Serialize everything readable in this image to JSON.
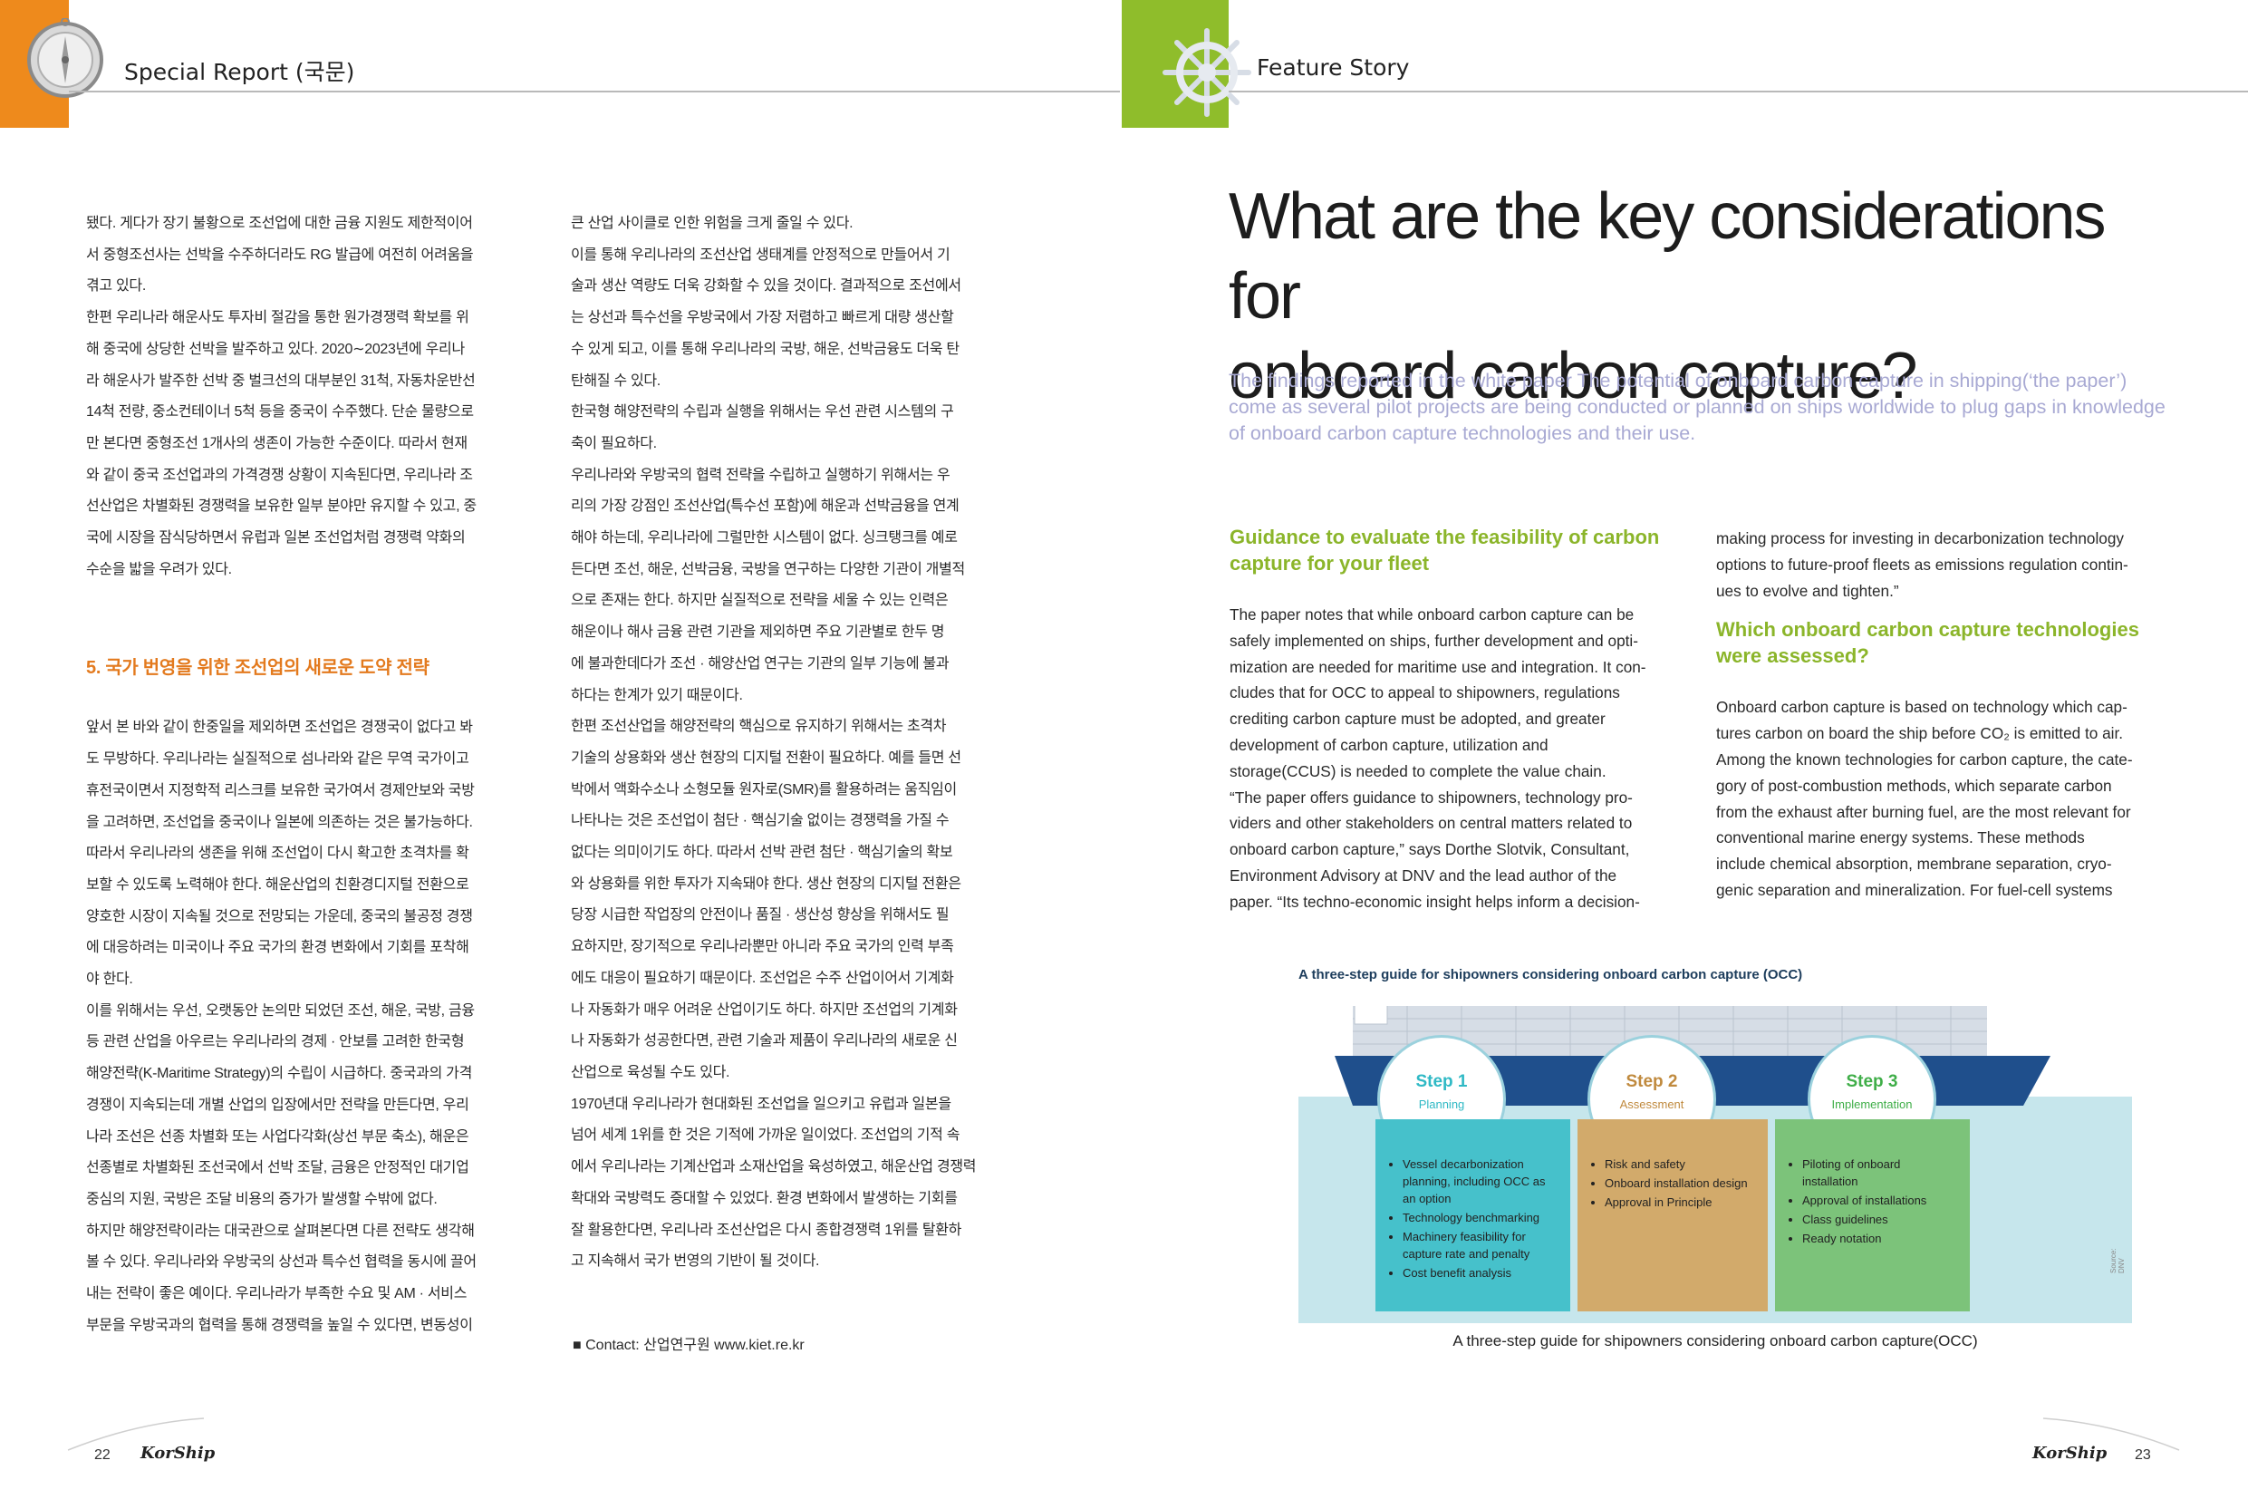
{
  "header": {
    "left_title": "Special Report (국문)",
    "right_title": "Feature Story"
  },
  "left_page": {
    "col1": [
      "됐다. 게다가 장기 불황으로 조선업에 대한 금융 지원도 제한적이어",
      "서 중형조선사는 선박을 수주하더라도 RG 발급에 여전히 어려움을",
      "겪고 있다.",
      "한편 우리나라 해운사도 투자비 절감을 통한 원가경쟁력 확보를 위",
      "해 중국에 상당한 선박을 발주하고 있다. 2020∼2023년에 우리나",
      "라 해운사가 발주한 선박 중 벌크선의 대부분인 31척, 자동차운반선",
      "14척 전량, 중소컨테이너 5척 등을 중국이 수주했다. 단순 물량으로",
      "만 본다면 중형조선 1개사의 생존이 가능한 수준이다. 따라서 현재",
      "와 같이 중국 조선업과의 가격경쟁 상황이 지속된다면, 우리나라 조",
      "선산업은 차별화된 경쟁력을 보유한 일부 분야만 유지할 수 있고, 중",
      "국에 시장을 잠식당하면서 유럽과 일본 조선업처럼 경쟁력 약화의",
      "수순을 밟을 우려가 있다."
    ],
    "section_heading": "5. 국가 번영을 위한 조선업의 새로운 도약 전략",
    "col1b": [
      "앞서 본 바와 같이 한중일을 제외하면 조선업은 경쟁국이 없다고 봐",
      "도 무방하다. 우리나라는 실질적으로 섬나라와 같은 무역 국가이고",
      "휴전국이면서 지정학적 리스크를 보유한 국가여서 경제안보와 국방",
      "을 고려하면, 조선업을 중국이나 일본에 의존하는 것은 불가능하다.",
      "따라서 우리나라의 생존을 위해 조선업이 다시 확고한 초격차를 확",
      "보할 수 있도록 노력해야 한다. 해운산업의 친환경디지털 전환으로",
      "양호한 시장이 지속될 것으로 전망되는 가운데, 중국의 불공정 경쟁",
      "에 대응하려는 미국이나 주요 국가의 환경 변화에서 기회를 포착해",
      "야 한다.",
      "이를 위해서는 우선, 오랫동안 논의만 되었던 조선, 해운, 국방, 금융",
      "등 관련 산업을 아우르는 우리나라의 경제 · 안보를 고려한 한국형",
      "해양전략(K-Maritime Strategy)의 수립이 시급하다. 중국과의 가격",
      "경쟁이 지속되는데 개별 산업의 입장에서만 전략을 만든다면, 우리",
      "나라 조선은 선종 차별화 또는 사업다각화(상선 부문 축소), 해운은",
      "선종별로 차별화된 조선국에서 선박 조달, 금융은 안정적인 대기업",
      "중심의 지원, 국방은 조달 비용의 증가가 발생할 수밖에 없다.",
      "하지만 해양전략이라는 대국관으로 살펴본다면 다른 전략도 생각해",
      "볼 수 있다. 우리나라와 우방국의 상선과 특수선 협력을 동시에 끌어",
      "내는 전략이 좋은 예이다. 우리나라가 부족한 수요 및 AM · 서비스",
      "부문을 우방국과의 협력을 통해 경쟁력을 높일 수 있다면, 변동성이"
    ],
    "col2": [
      "큰 산업 사이클로 인한 위험을 크게 줄일 수 있다.",
      "이를 통해 우리나라의 조선산업 생태계를 안정적으로 만들어서 기",
      "술과 생산 역량도 더욱 강화할 수 있을 것이다. 결과적으로 조선에서",
      "는 상선과 특수선을 우방국에서 가장 저렴하고 빠르게 대량 생산할",
      "수 있게 되고, 이를 통해 우리나라의 국방, 해운, 선박금융도 더욱 탄",
      "탄해질 수 있다.",
      "한국형 해양전략의 수립과 실행을 위해서는 우선 관련 시스템의 구",
      "축이 필요하다.",
      "우리나라와 우방국의 협력 전략을 수립하고 실행하기 위해서는 우",
      "리의 가장 강점인 조선산업(특수선 포함)에 해운과 선박금융을 연계",
      "해야 하는데, 우리나라에 그럴만한 시스템이 없다. 싱크탱크를 예로",
      "든다면 조선, 해운, 선박금융, 국방을 연구하는 다양한 기관이 개별적",
      "으로 존재는 한다. 하지만 실질적으로 전략을 세울 수 있는 인력은",
      "해운이나 해사 금융 관련 기관을 제외하면 주요 기관별로 한두 명",
      "에 불과한데다가 조선 · 해양산업 연구는 기관의 일부 기능에 불과",
      "하다는 한계가 있기 때문이다.",
      "한편 조선산업을 해양전략의 핵심으로 유지하기 위해서는 초격차",
      "기술의 상용화와 생산 현장의 디지털 전환이 필요하다. 예를 들면 선",
      "박에서 액화수소나 소형모듈 원자로(SMR)를 활용하려는 움직임이",
      "나타나는 것은 조선업이 첨단 · 핵심기술 없이는 경쟁력을 가질 수",
      "없다는 의미이기도 하다. 따라서 선박 관련 첨단 · 핵심기술의 확보",
      "와 상용화를 위한 투자가 지속돼야 한다. 생산 현장의 디지털 전환은",
      "당장 시급한 작업장의 안전이나 품질 · 생산성 향상을 위해서도 필",
      "요하지만, 장기적으로 우리나라뿐만 아니라 주요 국가의 인력 부족",
      "에도 대응이 필요하기 때문이다. 조선업은 수주 산업이어서 기계화",
      "나 자동화가 매우 어려운 산업이기도 하다. 하지만 조선업의 기계화",
      "나 자동화가 성공한다면, 관련 기술과 제품이 우리나라의 새로운 신",
      "산업으로 육성될 수도 있다.",
      "1970년대 우리나라가 현대화된 조선업을 일으키고 유럽과 일본을",
      "넘어 세계 1위를 한 것은 기적에 가까운 일이었다. 조선업의 기적 속",
      "에서 우리나라는 기계산업과 소재산업을 육성하였고, 해운산업 경쟁력",
      "확대와 국방력도 증대할 수 있었다. 환경 변화에서 발생하는 기회를",
      "잘 활용한다면, 우리나라 조선산업은 다시 종합경쟁력 1위를 탈환하",
      "고 지속해서 국가 번영의 기반이 될 것이다."
    ],
    "contact": "■ Contact: 산업연구원 www.kiet.re.kr",
    "page_number": "22",
    "logo": "KorShip"
  },
  "right_page": {
    "title_line1": "What are the key considerations for",
    "title_line2": "onboard carbon capture?",
    "lead": "The findings reported in the white paper The potential of onboard carbon capture in shipping(‘the paper’) come as several pilot projects are being conducted or planned on ships worldwide to plug gaps in knowledge of onboard carbon capture technologies and their use.",
    "heading1": "Guidance to evaluate the feasibility of carbon capture for your fleet",
    "col1": [
      "The paper notes that while onboard carbon capture can be",
      "safely implemented on ships, further development and opti-",
      "mization are needed for maritime use and integration. It con-",
      "cludes that for OCC to appeal to shipowners, regulations",
      "crediting carbon capture must be adopted, and greater",
      "development of carbon capture, utilization and",
      "storage(CCUS) is needed to complete the value chain.",
      "“The paper offers guidance to shipowners, technology pro-",
      "viders and other stakeholders on central matters related to",
      "onboard carbon capture,” says Dorthe Slotvik, Consultant,",
      "Environment Advisory at DNV and the lead author of the",
      "paper. “Its techno-economic insight helps inform a decision-"
    ],
    "col2a": [
      "making process for investing in decarbonization technology",
      "options to future-proof fleets as emissions regulation contin-",
      "ues to evolve and tighten.”"
    ],
    "heading2": "Which onboard carbon capture technologies were assessed?",
    "col2b": [
      "Onboard carbon capture is based on technology which cap-",
      "tures carbon on board the ship before CO₂ is emitted to air.",
      "Among the known technologies for carbon capture, the cate-",
      "gory of post-combustion methods, which separate carbon",
      "from the exhaust after burning fuel, are the most relevant for",
      "conventional marine energy systems. These methods",
      "include chemical absorption, membrane separation, cryo-",
      "genic separation and mineralization. For fuel-cell systems"
    ],
    "infographic": {
      "title": "A three-step guide for shipowners considering onboard carbon capture (OCC)",
      "steps": [
        {
          "label": "Step 1",
          "sub": "Planning",
          "color": "#2fb9c5",
          "items": [
            "Vessel decarbonization planning, including OCC as an option",
            "Technology benchmarking",
            "Machinery feasibility for capture rate and penalty",
            "Cost benefit analysis"
          ]
        },
        {
          "label": "Step 2",
          "sub": "Assessment",
          "color": "#c08a3e",
          "items": [
            "Risk and safety",
            "Onboard installation design",
            "Approval in Principle"
          ]
        },
        {
          "label": "Step 3",
          "sub": "Implementation",
          "color": "#3fae48",
          "items": [
            "Piloting of onboard installation",
            "Approval of installations",
            "Class guidelines",
            "Ready notation"
          ]
        }
      ],
      "source": "Source: DNV"
    },
    "caption": "A three-step guide for shipowners considering onboard carbon capture(OCC)",
    "page_number": "23",
    "logo": "KorShip"
  },
  "colors": {
    "orange": "#ee8a1c",
    "green": "#8fbd2b",
    "lead_lavender": "#a8a9d3",
    "korean_heading": "#e37a1e"
  }
}
